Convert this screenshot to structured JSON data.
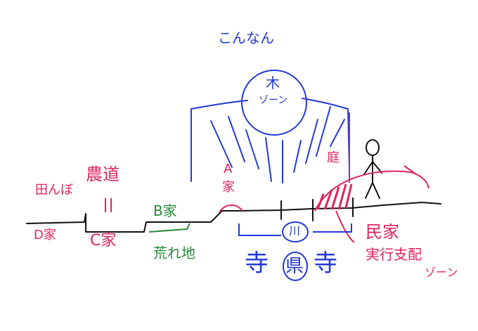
{
  "colors": {
    "blue": "#2438d8",
    "red": "#e0245e",
    "green": "#2a8a3a",
    "black": "#111111"
  },
  "labels": {
    "top_title": "こんなん",
    "tree_zone_line1": "木",
    "tree_zone_line2": "ゾーン",
    "garden": "庭",
    "house_a_line1": "A",
    "house_a_line2": "家",
    "house_b": "B家",
    "house_c": "C家",
    "house_d": "D家",
    "farm_road": "農道",
    "rice_field": "田んぼ",
    "wasteland": "荒れ地",
    "river": "川",
    "temple_left": "寺",
    "prefecture": "県",
    "temple_right": "寺",
    "residence": "民家",
    "control_zone_line1": "実行支配",
    "control_zone_line2": "ゾーン"
  }
}
